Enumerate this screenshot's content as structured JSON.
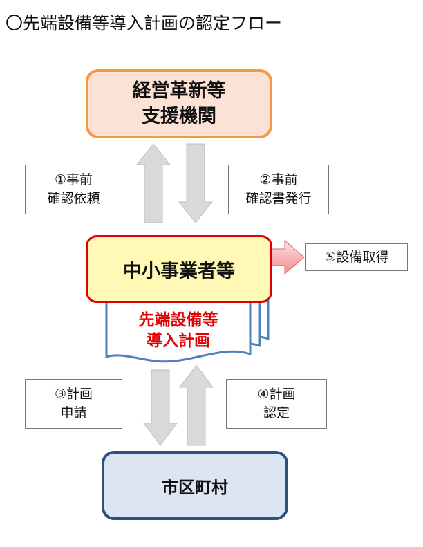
{
  "title": "〇先端設備等導入計画の認定フロー",
  "nodes": {
    "support": {
      "line1": "経営革新等",
      "line2": "支援機関"
    },
    "sme": {
      "label": "中小事業者等"
    },
    "plan_doc": {
      "line1": "先端設備等",
      "line2": "導入計画"
    },
    "municipality": {
      "label": "市区町村"
    }
  },
  "steps": [
    {
      "line1": "①事前",
      "line2": "確認依頼"
    },
    {
      "line1": "②事前",
      "line2": "確認書発行"
    },
    {
      "line1": "③計画",
      "line2": "申請"
    },
    {
      "line1": "④計画",
      "line2": "認定"
    },
    {
      "line1": "⑤設備取得"
    }
  ],
  "colors": {
    "support_fill": "#fbe2d5",
    "support_border": "#f79646",
    "sme_fill": "#fff9b5",
    "sme_border": "#e00000",
    "doc_border": "#4f81bd",
    "doc_text": "#e00000",
    "muni_fill": "#dce6f2",
    "muni_border": "#2f4f7f",
    "arrow_gray": "#d9d9d9",
    "arrow_pink": "#f5a3a3"
  }
}
